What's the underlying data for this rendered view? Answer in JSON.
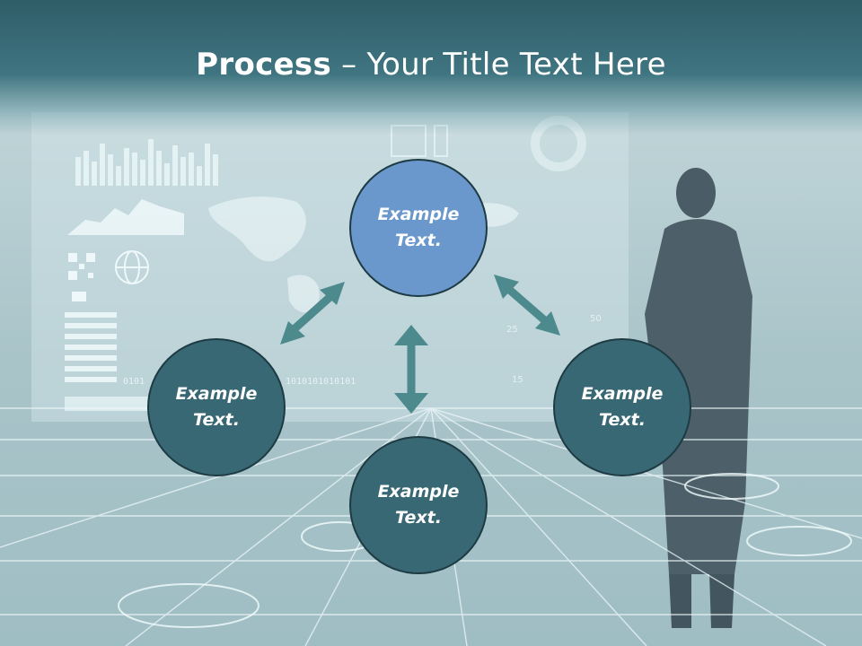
{
  "slide": {
    "title_bold": "Process",
    "title_rest": " – Your Title Text Here"
  },
  "background": {
    "binary_left": "0101",
    "binary_mid": "1010101010101",
    "tick_labels": [
      "25",
      "50",
      "15"
    ]
  },
  "nodes": {
    "top": {
      "line1": "Example",
      "line2": "Text."
    },
    "left": {
      "line1": "Example",
      "line2": "Text."
    },
    "right": {
      "line1": "Example",
      "line2": "Text."
    },
    "bottom": {
      "line1": "Example",
      "line2": "Text."
    }
  },
  "colors": {
    "header": "#3f7581",
    "node_fill": "#386874",
    "node_top_fill": "#6a98cc",
    "node_border": "#1e3b44",
    "arrow": "#4d8a8e"
  }
}
